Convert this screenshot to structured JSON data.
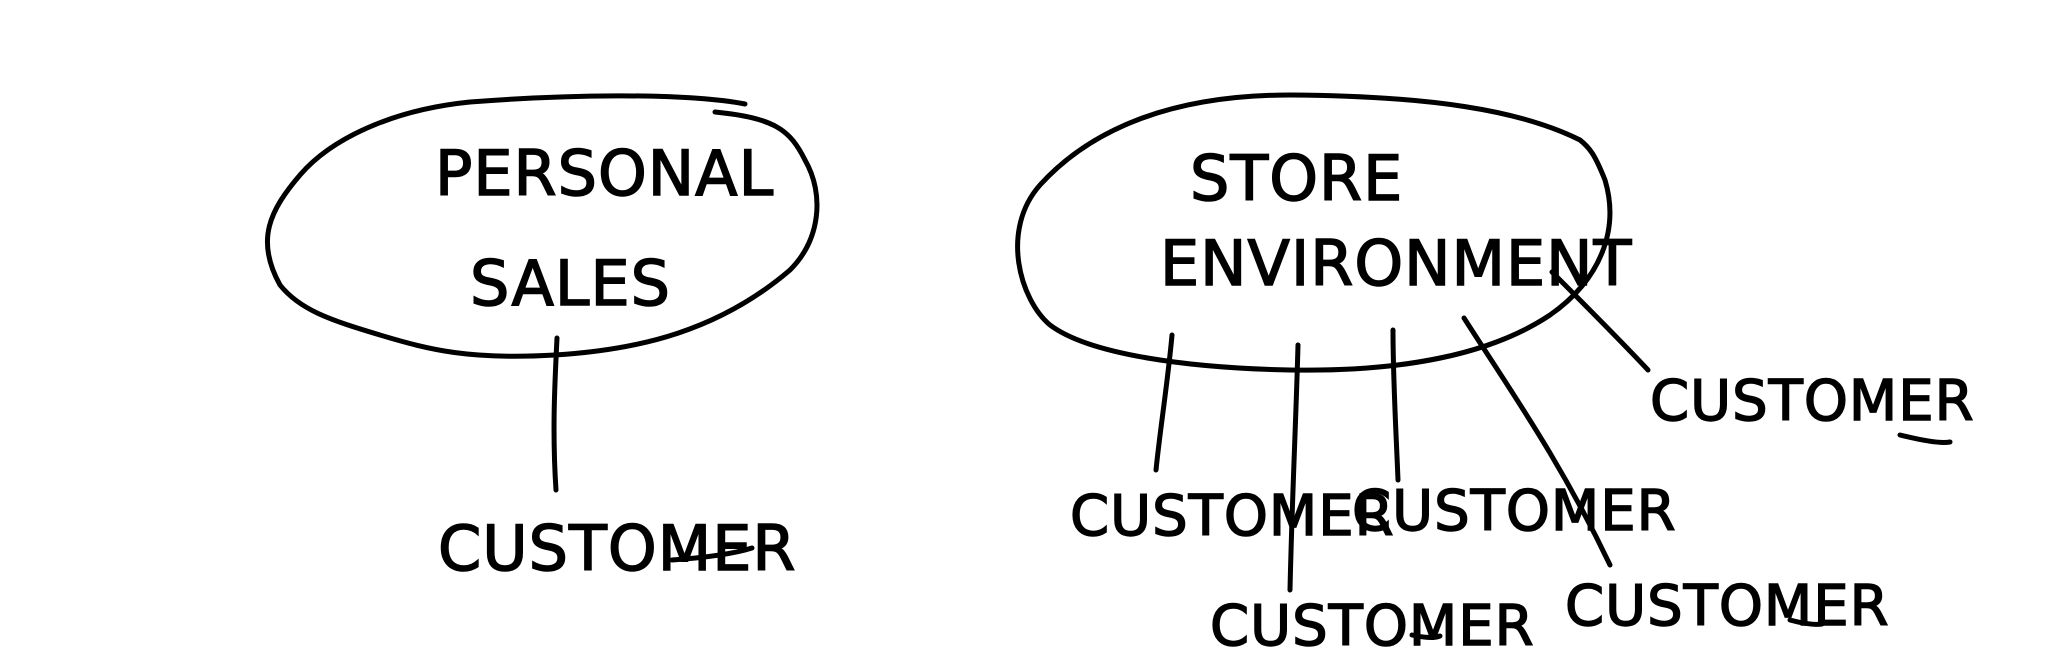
{
  "diagrams": {
    "left": {
      "center_label_line1": "PERSONAL",
      "center_label_line2": "SALES",
      "customers": [
        "CUSTOMER"
      ]
    },
    "right": {
      "center_label_line1": "STORE",
      "center_label_line2": "ENVIRONMENT",
      "customers": [
        "CUSTOMER",
        "CUSTOMER",
        "CUSTOMER",
        "CUSTOMER",
        "CUSTOMER"
      ]
    }
  },
  "colors": {
    "ink": "#000000",
    "paper": "#ffffff"
  }
}
